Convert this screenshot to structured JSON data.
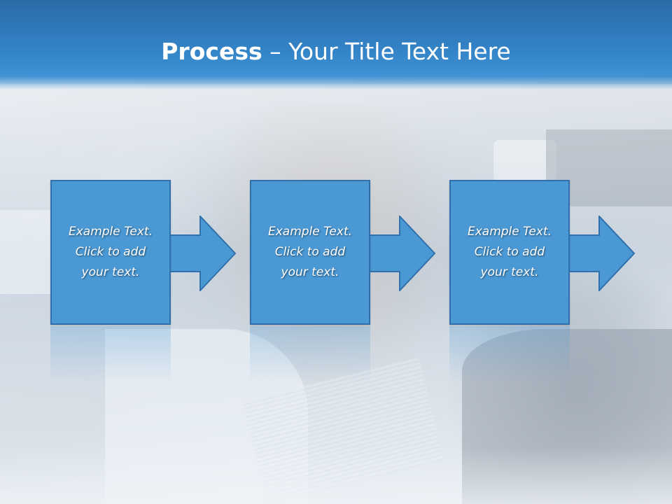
{
  "slide": {
    "title_bold": "Process",
    "title_rest": " – Your Title Text Here"
  },
  "steps": [
    {
      "text": "Example Text.\nClick  to add\nyour text."
    },
    {
      "text": "Example Text.\nClick  to add\nyour text."
    },
    {
      "text": "Example Text.\nClick  to add\nyour text."
    }
  ],
  "colors": {
    "title_bar": "#3383c7",
    "step_fill": "#4a98d4",
    "step_border": "#3070ab",
    "text": "#ffffff"
  }
}
